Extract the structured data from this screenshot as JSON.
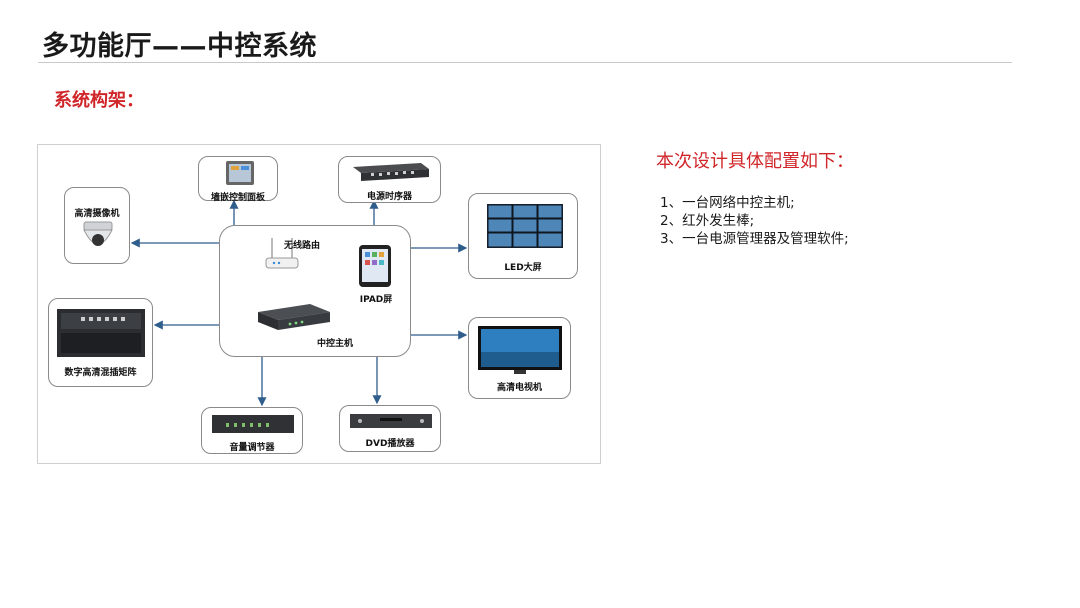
{
  "header": {
    "title": "多功能厅——中控系统"
  },
  "section": {
    "heading": "系统构架："
  },
  "diagram": {
    "hub": {
      "router_label": "无线路由",
      "ipad_label": "IPAD屏",
      "host_label": "中控主机"
    },
    "nodes": {
      "camera": "高清摄像机",
      "wall_panel": "墙嵌控制面板",
      "power_sequencer": "电源时序器",
      "led_screen": "LED大屏",
      "matrix": "数字高清混插矩阵",
      "hd_tv": "高清电视机",
      "audio_mixer": "音量调节器",
      "dvd_player": "DVD播放器"
    }
  },
  "config": {
    "heading": "本次设计具体配置如下：",
    "items": [
      "1、一台网络中控主机;",
      "2、红外发生棒;",
      "3、一台电源管理器及管理软件;"
    ]
  },
  "colors": {
    "accent_red": "#d0262a",
    "arrow_blue": "#2f5d8c"
  }
}
